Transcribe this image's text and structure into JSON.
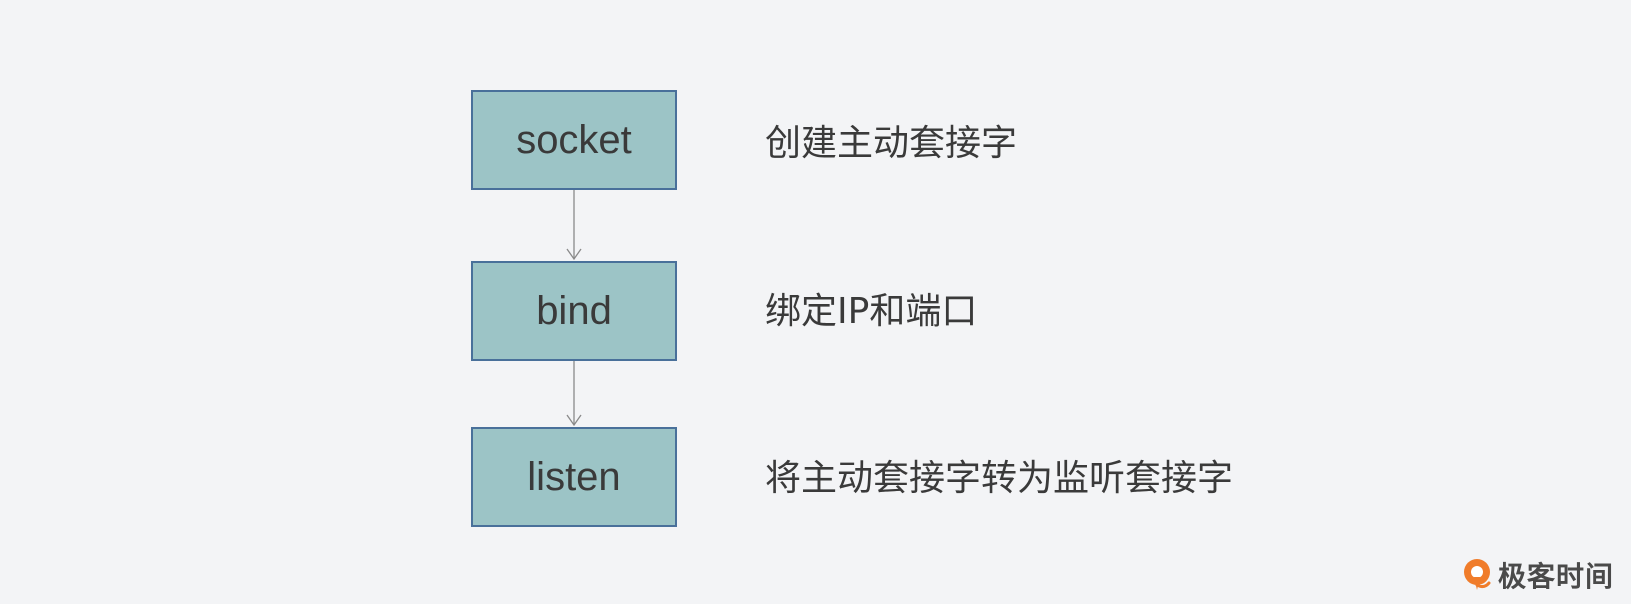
{
  "steps": [
    {
      "name": "socket",
      "description": "创建主动套接字"
    },
    {
      "name": "bind",
      "description": "绑定IP和端口"
    },
    {
      "name": "listen",
      "description": "将主动套接字转为监听套接字"
    }
  ],
  "brand": {
    "text": "极客时间",
    "icon": "geektime-logo-icon",
    "color": "#f07c2a"
  },
  "colors": {
    "box_fill": "#9cc4c6",
    "box_border": "#49709a",
    "arrow": "#8a8a8a",
    "background": "#f3f4f6"
  }
}
